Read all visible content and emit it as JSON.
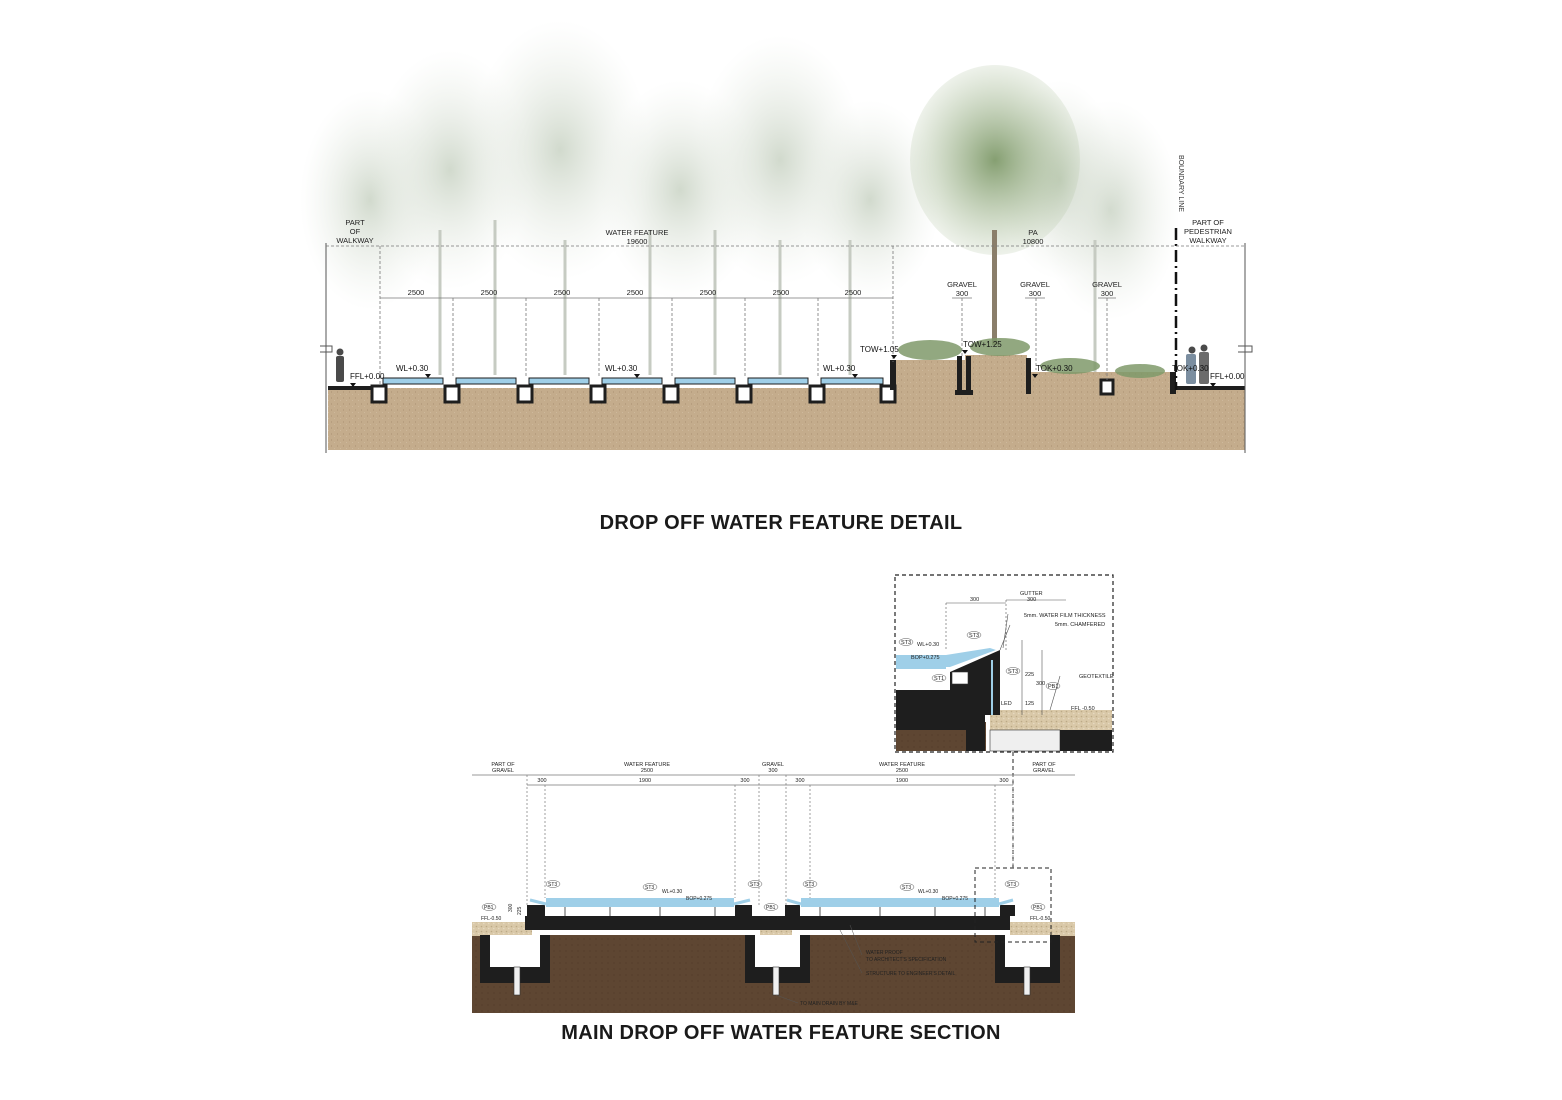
{
  "titles": {
    "upper": "DROP OFF WATER FEATURE DETAIL",
    "lower": "MAIN DROP OFF WATER FEATURE SECTION"
  },
  "colors": {
    "soil_light": "#c4ac8c",
    "soil_dark": "#5e4632",
    "concrete": "#1e1e1e",
    "water": "#9fcfe8",
    "foliage": "#9bb48f",
    "dim_line": "#555555"
  },
  "upper_section": {
    "labels": {
      "part_of_walkway": [
        "PART",
        "OF",
        "WALKWAY"
      ],
      "water_feature": "WATER FEATURE",
      "water_feature_dim": "19600",
      "pa": "PA",
      "pa_dim": "10800",
      "boundary_line": "BOUNDARY LINE",
      "part_of_pedestrian_walkway": [
        "PART OF",
        "PEDESTRIAN",
        "WALKWAY"
      ],
      "bay_dim": "2500",
      "gravel": "GRAVEL",
      "gravel_dim": "300"
    },
    "levels": {
      "ffl_left": "FFL+0.00",
      "wl": "WL+0.30",
      "tow_105": "TOW+1.05",
      "tow_125": "TOW+1.25",
      "tok": "TOK+0.30",
      "ffl_right": "FFL+0.00"
    }
  },
  "detail_callout": {
    "gutter": "GUTTER",
    "gutter_dim": "300",
    "lip_dim": "300",
    "water_film": "5mm. WATER FILM THICKNESS",
    "chamfered": "5mm. CHAMFERED",
    "st3": "ST3",
    "st1": "ST1",
    "wl": "WL+0.30",
    "bop": "BOP+0.275",
    "dim_225": "225",
    "dim_300": "300",
    "dim_125": "125",
    "geotextile": "GEOTEXTILE",
    "pb1": "PB1",
    "led": "LED",
    "ffl": "FFL -0.50"
  },
  "lower_section": {
    "labels": {
      "part_of_gravel": [
        "PART OF",
        "GRAVEL"
      ],
      "water_feature": "WATER FEATURE",
      "wf_dim": "2500",
      "gravel": "GRAVEL",
      "gravel_dim": "300",
      "edge_dim": "300",
      "inner_dim": "1900",
      "st3": "ST3",
      "pb1": "PB1",
      "wl": "WL+0.30",
      "bop": "BOP+0.275",
      "ffl": "FFL-0.50",
      "dim_300": "300",
      "dim_225": "225",
      "waterproof": [
        "WATER PROOF",
        "TO ARCHITECT'S SPECIFICATION"
      ],
      "structure": "STRUCTURE TO ENGINEER'S DETAIL",
      "main_drain": "TO MAIN DRAIN BY M&E"
    }
  }
}
